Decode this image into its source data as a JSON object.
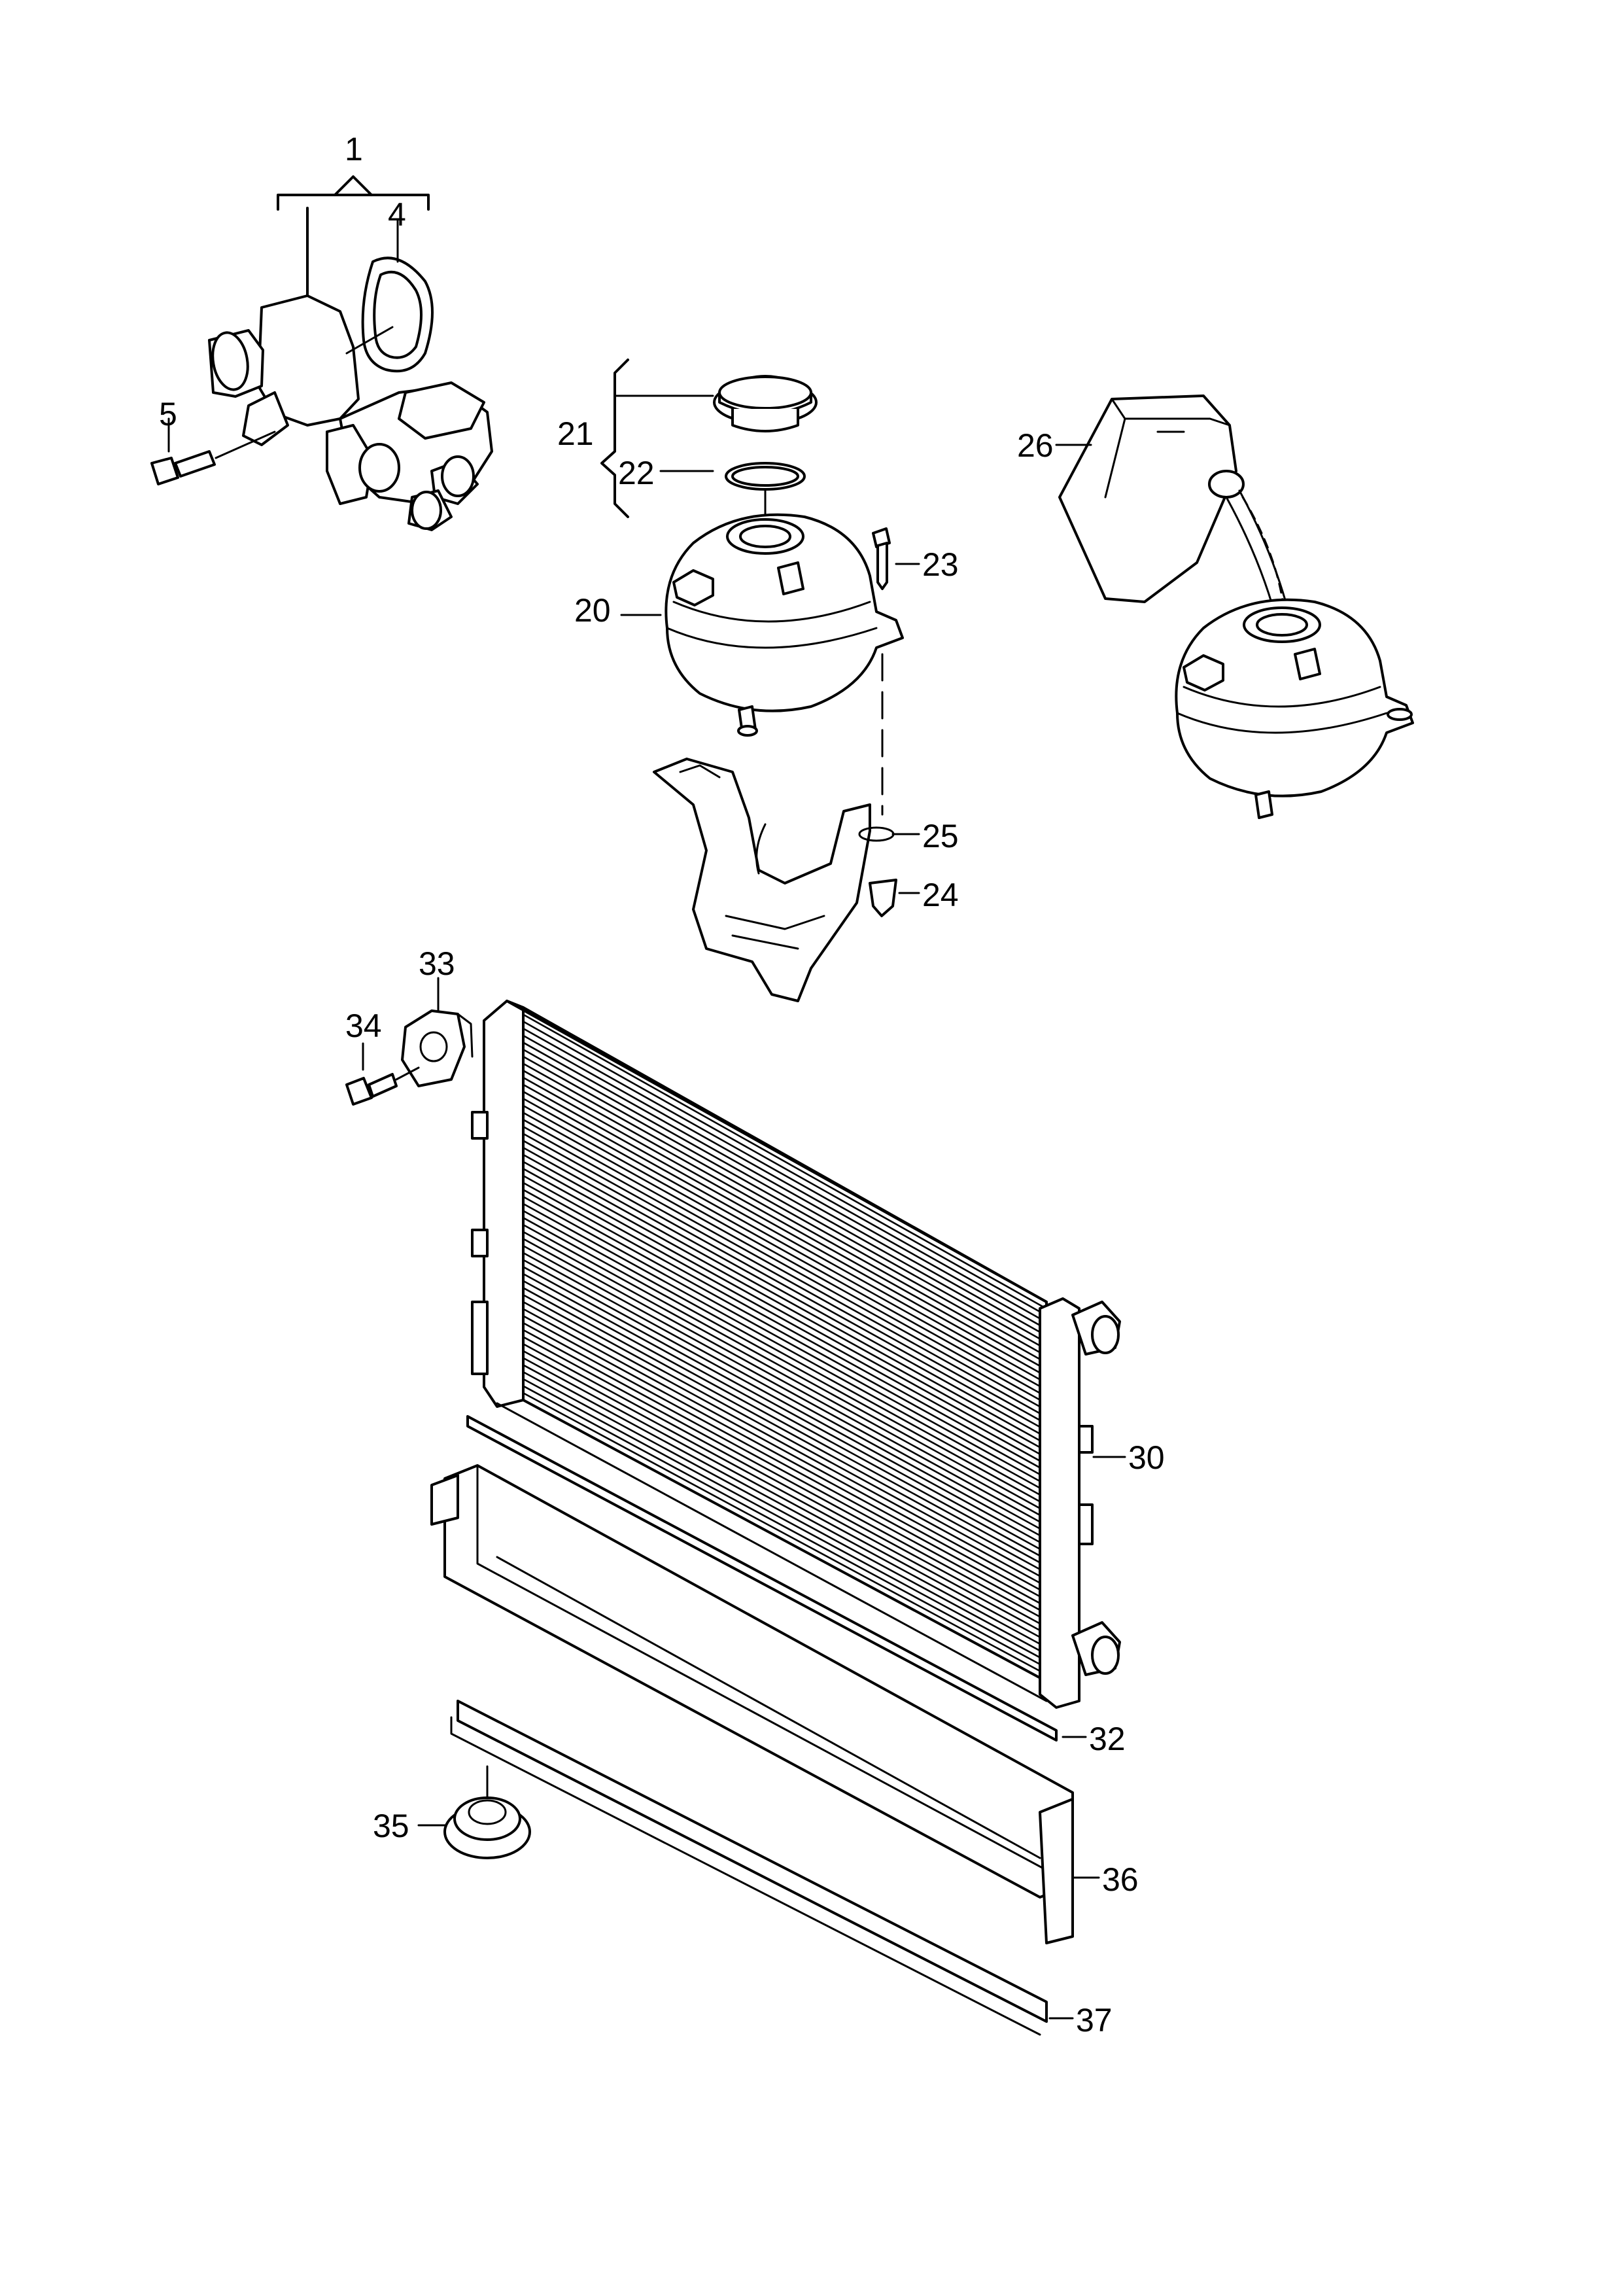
{
  "diagram": {
    "callouts": {
      "c1": "1",
      "c4": "4",
      "c5": "5",
      "c20": "20",
      "c21": "21",
      "c22": "22",
      "c23": "23",
      "c24": "24",
      "c25": "25",
      "c26": "26",
      "c30": "30",
      "c32": "32",
      "c33": "33",
      "c34": "34",
      "c35": "35",
      "c36": "36",
      "c37": "37"
    },
    "radiator_fin_count": 56
  }
}
